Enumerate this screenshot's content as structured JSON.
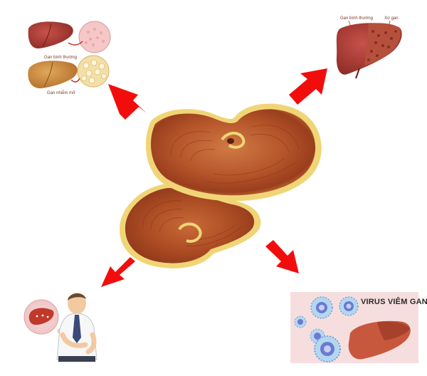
{
  "colors": {
    "background": "#ffffff",
    "arrow": "#f20d0d",
    "mushroom_cap": "#b5552a",
    "mushroom_rim": "#f3d76b",
    "liver_healthy": "#a8362c",
    "liver_fatty": "#c88a3b",
    "liver_cirrhotic": "#9e3b2c",
    "virus_core": "#6c7ad1",
    "virus_body": "#b3d7f0"
  },
  "icons": {
    "center": "lingzhi-mushroom-icon",
    "top_left": "fatty-liver-illustration-icon",
    "top_right": "cirrhotic-liver-illustration-icon",
    "bottom_left": "man-with-liver-pain-icon",
    "bottom_right": "hepatitis-b-virus-liver-icon",
    "arrow": "red-arrow-icon"
  },
  "panels": {
    "top_left": {
      "label_normal": "Gan bình thường",
      "label_fatty": "Gan nhiễm mỡ"
    },
    "top_right": {
      "label_left": "Gan bình thường",
      "label_right": "Xơ gan"
    },
    "bottom_right": {
      "title": "VIRUS VIÊM GAN B"
    }
  }
}
